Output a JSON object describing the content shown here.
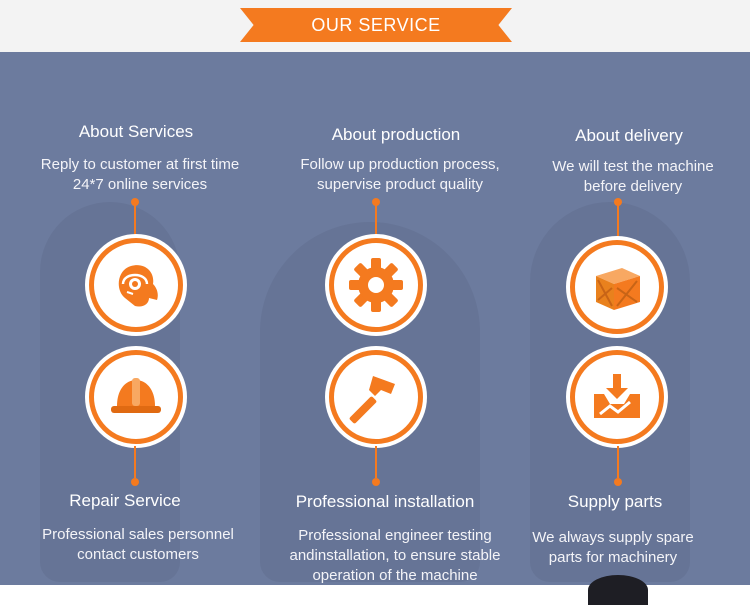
{
  "header": {
    "title": "OUR SERVICE"
  },
  "services": [
    {
      "title": "About Services",
      "desc": [
        "Reply to customer at first time",
        "24*7 online services"
      ],
      "icon": "headset-agent-icon"
    },
    {
      "title": "About production",
      "desc": [
        "Follow up production process,",
        "supervise product quality"
      ],
      "icon": "gear-icon"
    },
    {
      "title": "About delivery",
      "desc": [
        "We will test the machine",
        "before delivery"
      ],
      "icon": "wooden-crate-icon"
    },
    {
      "title": "Repair Service",
      "desc": [
        "Professional sales personnel",
        "contact customers"
      ],
      "icon": "hard-hat-icon"
    },
    {
      "title": "Professional installation",
      "desc": [
        "Professional engineer testing",
        "andinstallation, to ensure stable",
        "operation of the machine"
      ],
      "icon": "hammer-icon"
    },
    {
      "title": "Supply parts",
      "desc": [
        "We always supply spare",
        "parts for machinery"
      ],
      "icon": "download-tray-icon"
    }
  ],
  "colors": {
    "accent": "#f47a1f",
    "panel": "#6c7b9e",
    "text": "#ffffff"
  }
}
